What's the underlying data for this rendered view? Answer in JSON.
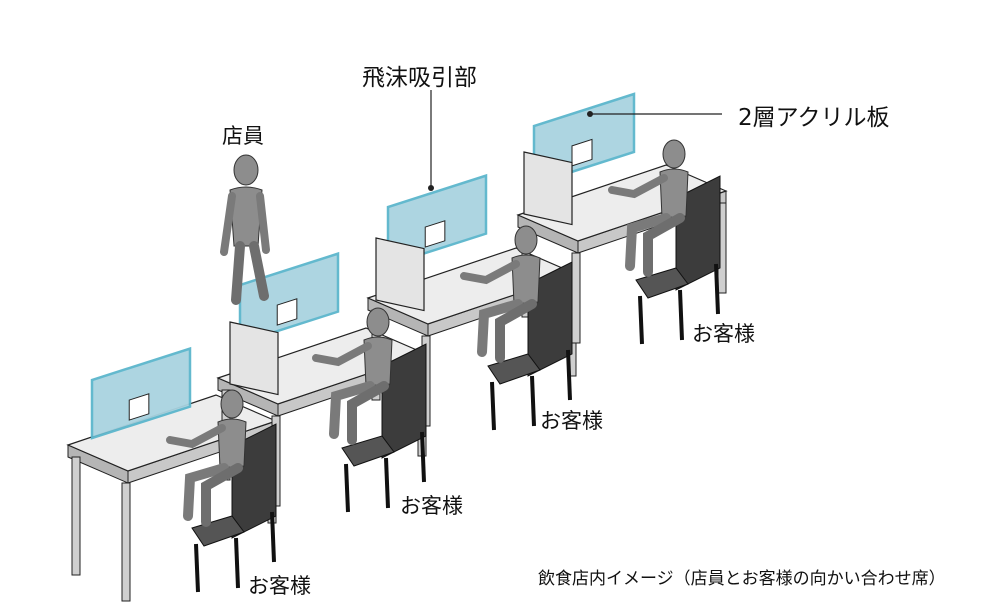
{
  "labels": {
    "staff": "店員",
    "suction": "飛沫吸引部",
    "acrylic": "2層アクリル板",
    "customer": "お客様",
    "caption": "飲食店内イメージ（店員とお客様の向かい合わせ席）"
  },
  "colors": {
    "acrylic_fill": "#a9d3e0",
    "acrylic_edge": "#5bb6cc",
    "panel_fill": "#e4e4e4",
    "table_top": "#ededed",
    "table_side": "#c8c8c8",
    "mannequin": "#8d8d8d",
    "chair": "#3c3c3c",
    "line": "#222222"
  }
}
